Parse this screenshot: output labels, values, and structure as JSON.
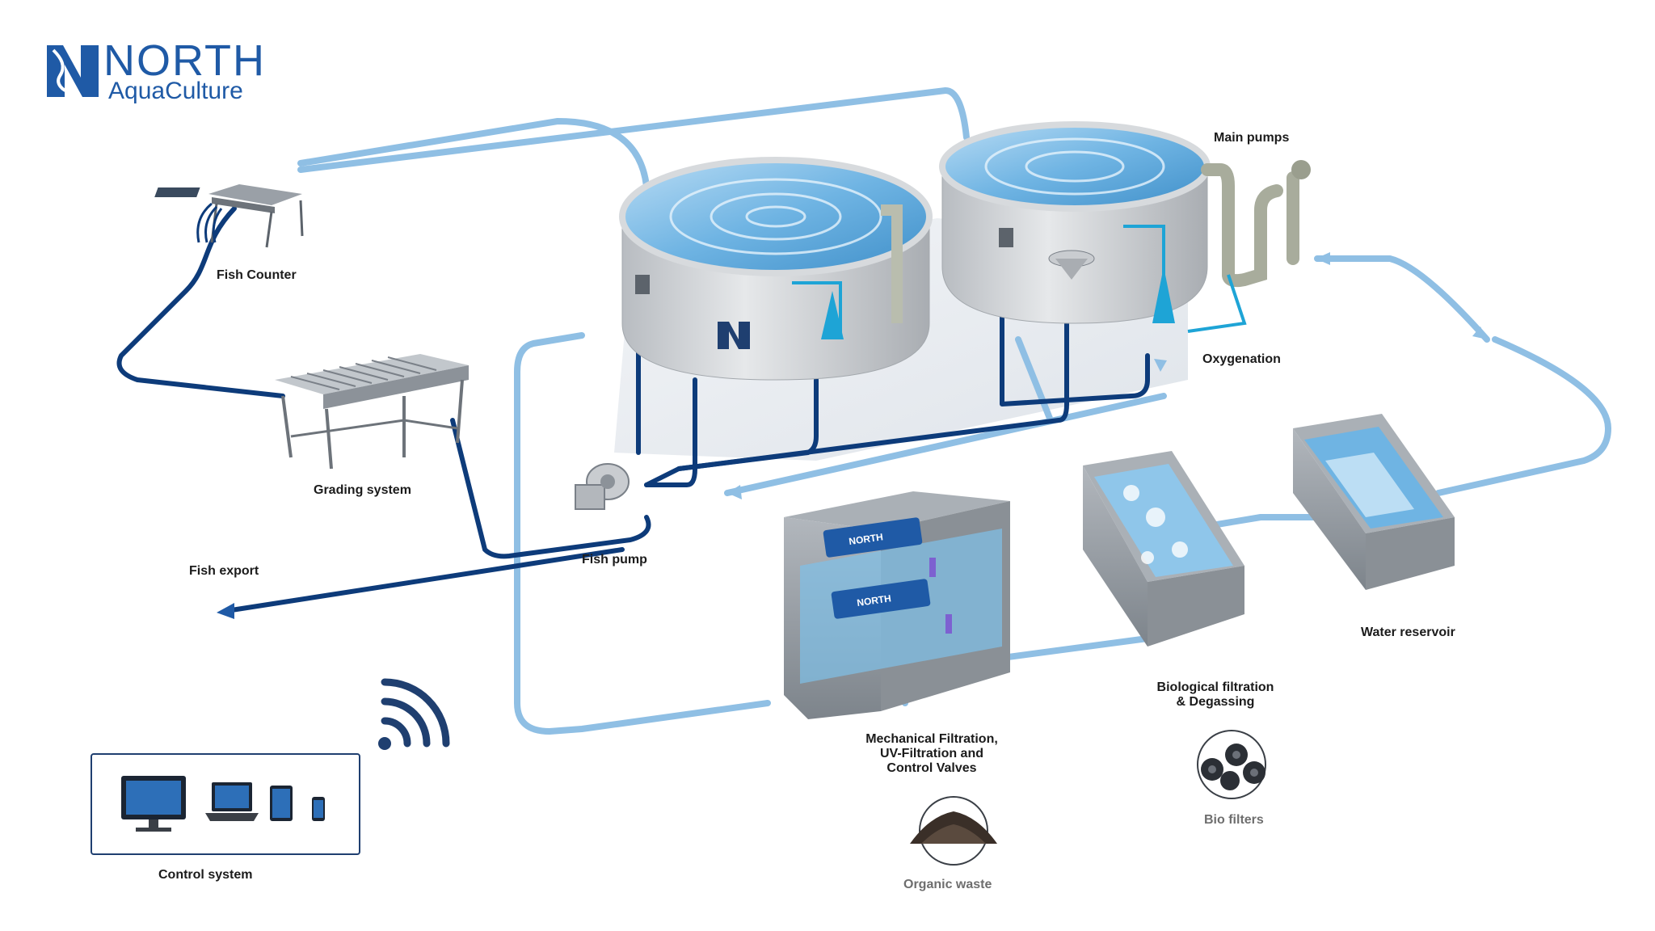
{
  "brand": {
    "name": "NORTH",
    "subtitle": "AquaCulture",
    "tank_mark": "N",
    "filter_badge": "NORTH"
  },
  "colors": {
    "brand_blue": "#1f5aa6",
    "pipe_dark": "#0d3b7a",
    "pipe_light": "#7fb3de",
    "water": "#6fb4e3",
    "steel": "#c9ccd0",
    "concrete": "#9aa0a6",
    "oxygen_cone": "#1ea4d6",
    "text": "#1b1b1b",
    "muted_text": "#6e6e6e"
  },
  "labels": {
    "fish_counter": "Fish Counter",
    "grading_system": "Grading system",
    "fish_export": "Fish export",
    "fish_pump": "Fish pump",
    "main_pumps": "Main pumps",
    "oxygenation": "Oxygenation",
    "water_reservoir": "Water reservoir",
    "bio_filtration_line1": "Biological filtration",
    "bio_filtration_line2": "& Degassing",
    "mech_filtration_line1": "Mechanical Filtration,",
    "mech_filtration_line2": "UV-Filtration and",
    "mech_filtration_line3": "Control Valves",
    "bio_filters": "Bio filters",
    "organic_waste": "Organic waste",
    "control_system": "Control system"
  },
  "icons": [
    "wifi-icon",
    "monitor-icon",
    "laptop-icon",
    "tablet-icon",
    "phone-icon",
    "organic-waste-icon",
    "bio-filter-media-icon",
    "north-logo-icon"
  ]
}
